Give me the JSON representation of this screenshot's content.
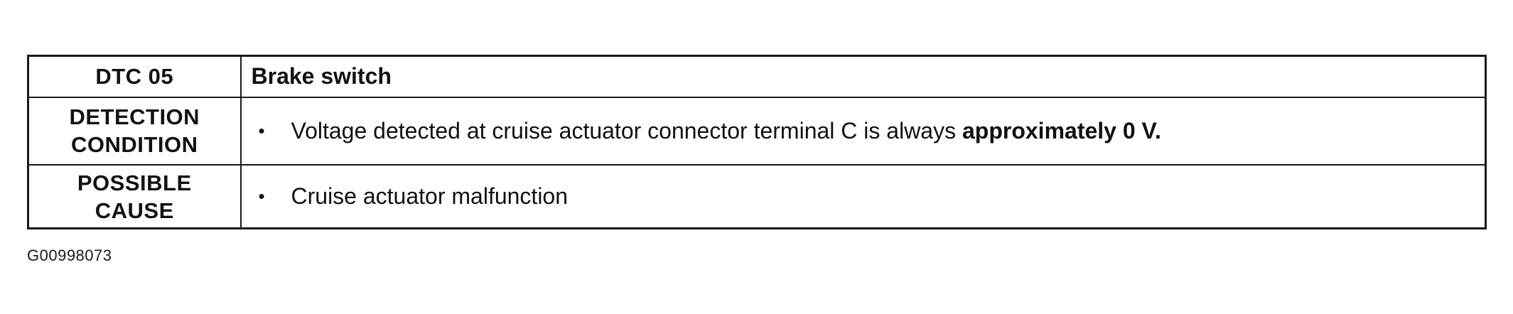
{
  "table": {
    "header": {
      "label": "DTC 05",
      "title": "Brake switch"
    },
    "detection": {
      "label_line1": "DETECTION",
      "label_line2": "CONDITION",
      "bullet": "•",
      "text_before": "Voltage detected at cruise actuator connector terminal C is always ",
      "text_emphasis": "approximately 0 V",
      "text_after": "."
    },
    "cause": {
      "label_line1": "POSSIBLE",
      "label_line2": "CAUSE",
      "bullet": "•",
      "text": "Cruise actuator malfunction"
    }
  },
  "figure_code": "G00998073"
}
